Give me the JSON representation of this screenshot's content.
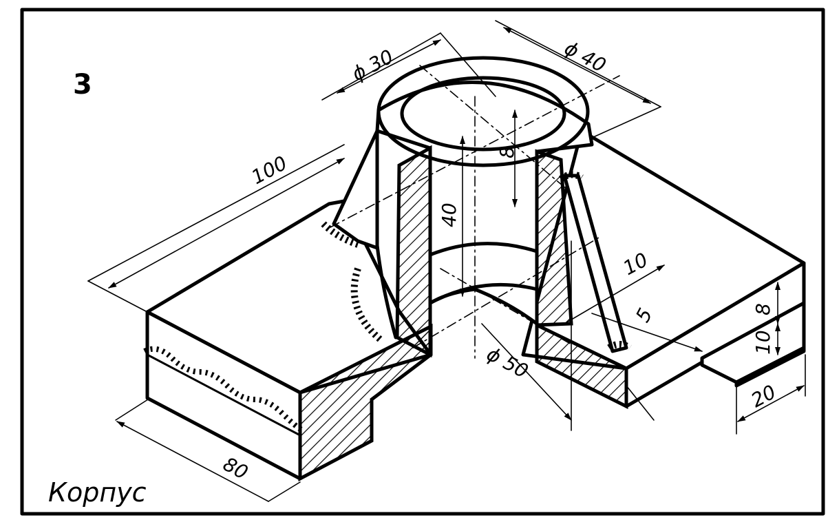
{
  "sheet_number": "3",
  "part_name": "Корпус",
  "dimensions": {
    "d30": "ϕ 30",
    "d40": "ϕ 40",
    "d50": "ϕ 50",
    "l100": "100",
    "l80": "80",
    "h40": "40",
    "h8_top": "8",
    "w10": "10",
    "w5": "5",
    "h8_side": "8",
    "h10_side": "10",
    "w20": "20"
  }
}
